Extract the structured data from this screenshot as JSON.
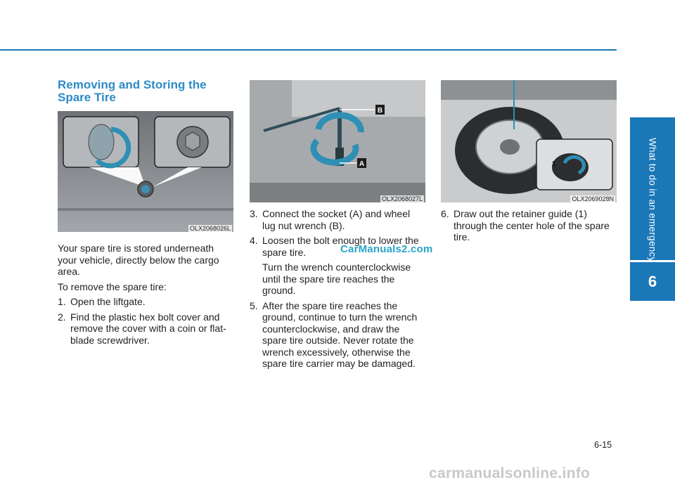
{
  "header": {
    "rule_color": "#1a77b8"
  },
  "sidebar": {
    "chapter_title": "What to do in an emergency",
    "chapter_number": "6",
    "color": "#1a77b8"
  },
  "section": {
    "heading": "Removing and Storing the Spare Tire",
    "heading_color": "#2e8bc7"
  },
  "figures": {
    "fig1_code": "OLX2068026L",
    "fig2_code": "OLX2068027L",
    "fig2_label_a": "A",
    "fig2_label_b": "B",
    "fig3_code": "OLX2069028N",
    "fig3_label_1": "1"
  },
  "column1": {
    "intro": "Your spare tire is stored underneath your vehicle, directly below the cargo area.",
    "lead": "To remove the spare tire:",
    "steps": [
      {
        "num": "1.",
        "text": "Open the liftgate."
      },
      {
        "num": "2.",
        "text": "Find the plastic hex bolt cover and remove the cover with a coin or flat-blade screwdriver."
      }
    ]
  },
  "column2": {
    "steps": [
      {
        "num": "3.",
        "text": "Connect the socket (A) and wheel lug nut wrench (B)."
      },
      {
        "num": "4.",
        "text": "Loosen the bolt enough to lower the spare tire."
      },
      {
        "num": "5.",
        "text": "After the spare tire reaches the ground, continue to turn the wrench counterclockwise, and draw the spare tire outside. Never rotate the wrench excessively, otherwise the spare tire carrier may be damaged."
      }
    ],
    "step4_note": "Turn the wrench counterclockwise until the spare tire reaches the ground."
  },
  "column3": {
    "steps": [
      {
        "num": "6.",
        "text": "Draw out the retainer guide (1) through the center hole of the spare tire."
      }
    ]
  },
  "watermark": "CarManuals2.com",
  "page_number": "6-15",
  "site_mark": "carmanualsonline.info"
}
